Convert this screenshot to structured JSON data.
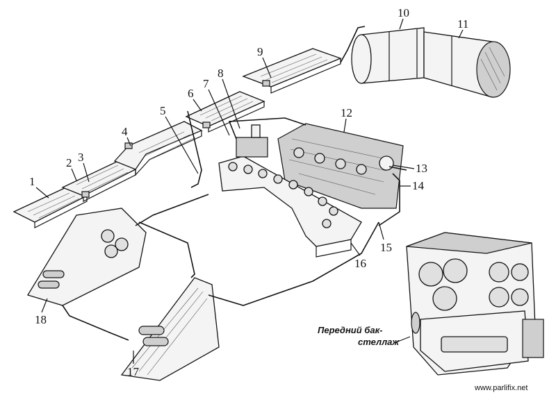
{
  "labels": [
    "1",
    "2",
    "3",
    "4",
    "5",
    "6",
    "7",
    "8",
    "9",
    "10",
    "11",
    "12",
    "13",
    "14",
    "15",
    "16",
    "17",
    "18"
  ],
  "caption": {
    "line1": "Передний бак-",
    "line2": "стеллаж"
  },
  "watermark": "www.parlifix.net"
}
